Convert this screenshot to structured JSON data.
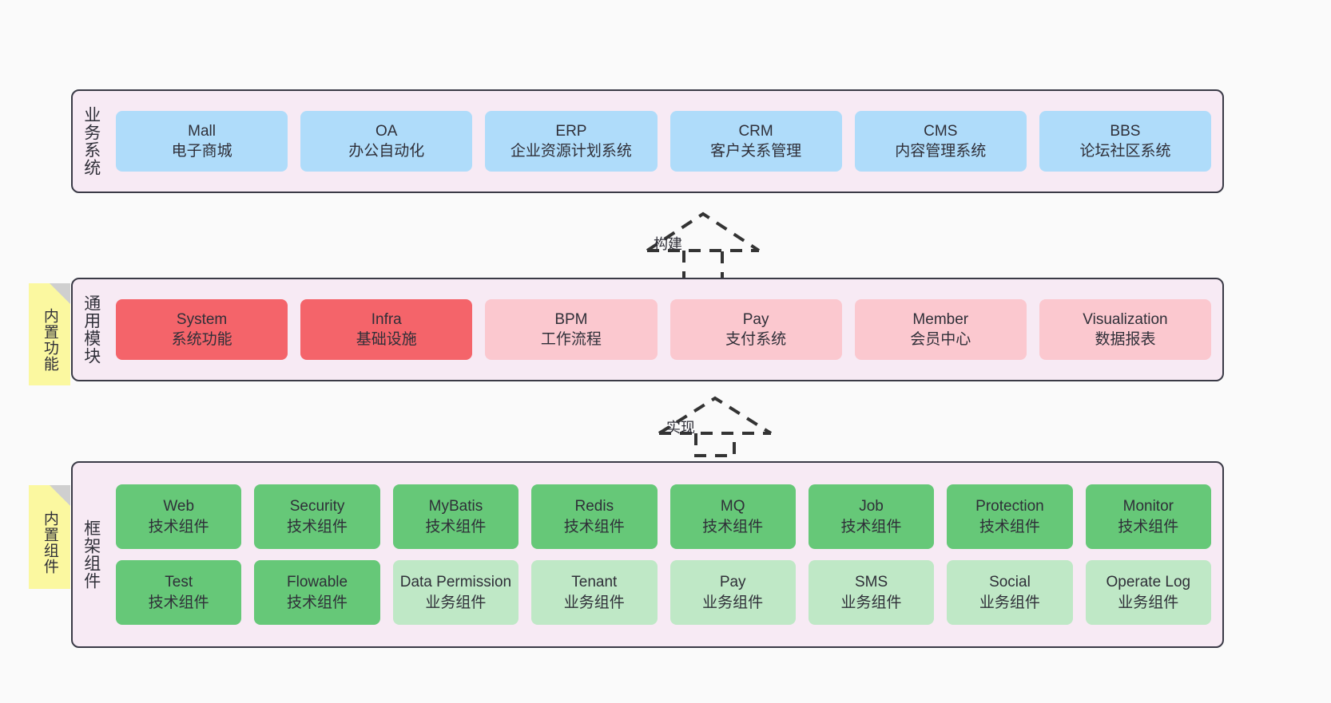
{
  "diagram": {
    "background_color": "#fafafa",
    "band_color": "#f7eaf4",
    "note_color": "#fbf8a0"
  },
  "layers": [
    {
      "id": "business-systems",
      "title": "业务系统",
      "note": null,
      "rows": [
        {
          "cards": [
            {
              "t1": "Mall",
              "t2": "电子商城",
              "style": "c-blue"
            },
            {
              "t1": "OA",
              "t2": "办公自动化",
              "style": "c-blue"
            },
            {
              "t1": "ERP",
              "t2": "企业资源计划系统",
              "style": "c-blue"
            },
            {
              "t1": "CRM",
              "t2": "客户关系管理",
              "style": "c-blue"
            },
            {
              "t1": "CMS",
              "t2": "内容管理系统",
              "style": "c-blue"
            },
            {
              "t1": "BBS",
              "t2": "论坛社区系统",
              "style": "c-blue"
            }
          ]
        }
      ]
    },
    {
      "id": "common-modules",
      "title": "通用模块",
      "note": "内置功能",
      "rows": [
        {
          "cards": [
            {
              "t1": "System",
              "t2": "系统功能",
              "style": "c-red"
            },
            {
              "t1": "Infra",
              "t2": "基础设施",
              "style": "c-red"
            },
            {
              "t1": "BPM",
              "t2": "工作流程",
              "style": "c-pink"
            },
            {
              "t1": "Pay",
              "t2": "支付系统",
              "style": "c-pink"
            },
            {
              "t1": "Member",
              "t2": "会员中心",
              "style": "c-pink"
            },
            {
              "t1": "Visualization",
              "t2": "数据报表",
              "style": "c-pink"
            }
          ]
        }
      ]
    },
    {
      "id": "framework-components",
      "title": "框架组件",
      "note": "内置组件",
      "rows": [
        {
          "cards": [
            {
              "t1": "Web",
              "t2": "技术组件",
              "style": "c-green"
            },
            {
              "t1": "Security",
              "t2": "技术组件",
              "style": "c-green"
            },
            {
              "t1": "MyBatis",
              "t2": "技术组件",
              "style": "c-green"
            },
            {
              "t1": "Redis",
              "t2": "技术组件",
              "style": "c-green"
            },
            {
              "t1": "MQ",
              "t2": "技术组件",
              "style": "c-green"
            },
            {
              "t1": "Job",
              "t2": "技术组件",
              "style": "c-green"
            },
            {
              "t1": "Protection",
              "t2": "技术组件",
              "style": "c-green"
            },
            {
              "t1": "Monitor",
              "t2": "技术组件",
              "style": "c-green"
            }
          ]
        },
        {
          "cards": [
            {
              "t1": "Test",
              "t2": "技术组件",
              "style": "c-green"
            },
            {
              "t1": "Flowable",
              "t2": "技术组件",
              "style": "c-green"
            },
            {
              "t1": "Data Permission",
              "t2": "业务组件",
              "style": "c-lightgreen",
              "wrap": true
            },
            {
              "t1": "Tenant",
              "t2": "业务组件",
              "style": "c-lightgreen"
            },
            {
              "t1": "Pay",
              "t2": "业务组件",
              "style": "c-lightgreen"
            },
            {
              "t1": "SMS",
              "t2": "业务组件",
              "style": "c-lightgreen"
            },
            {
              "t1": "Social",
              "t2": "业务组件",
              "style": "c-lightgreen"
            },
            {
              "t1": "Operate Log",
              "t2": "业务组件",
              "style": "c-lightgreen"
            }
          ]
        }
      ]
    }
  ],
  "connectors": [
    {
      "id": "build",
      "label": "构建"
    },
    {
      "id": "implement",
      "label": "实现"
    }
  ]
}
